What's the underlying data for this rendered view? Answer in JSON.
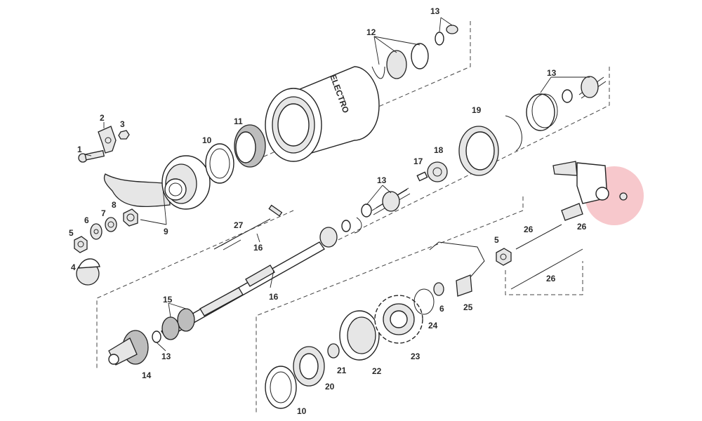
{
  "highlight": {
    "color": "#f4b6bb"
  },
  "labels": {
    "l1": "1",
    "l2": "2",
    "l3": "3",
    "l4": "4",
    "l5a": "5",
    "l5b": "5",
    "l6a": "6",
    "l6b": "6",
    "l7": "7",
    "l8": "8",
    "l9": "9",
    "l10a": "10",
    "l10b": "10",
    "l11": "11",
    "l12": "12",
    "l13a": "13",
    "l13b": "13",
    "l13c": "13",
    "l13d": "13",
    "l14": "14",
    "l15": "15",
    "l16a": "16",
    "l16b": "16",
    "l17": "17",
    "l18": "18",
    "l19": "19",
    "l20": "20",
    "l21": "21",
    "l22": "22",
    "l23": "23",
    "l24": "24",
    "l25": "25",
    "l26a": "26",
    "l26b": "26",
    "l26c": "26",
    "l27": "27"
  },
  "hub_text": "ELECTRO"
}
